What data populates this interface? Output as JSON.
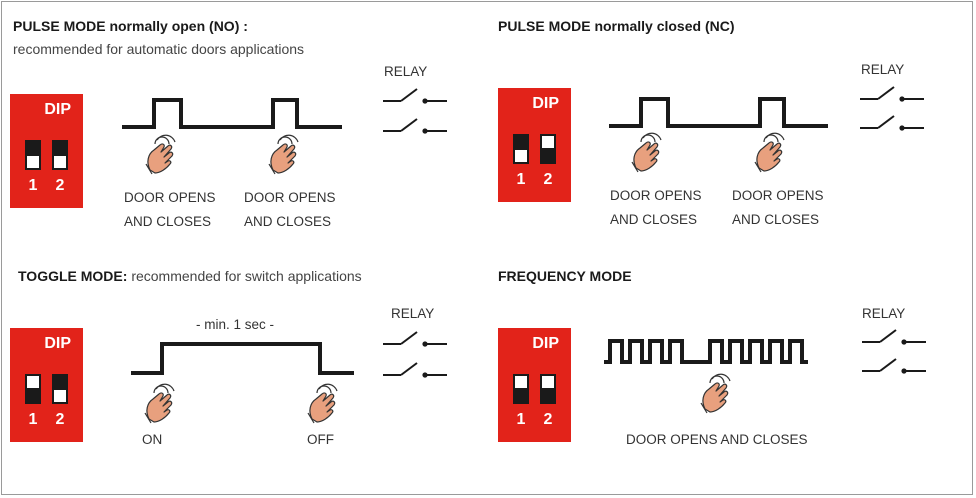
{
  "panels": {
    "pulse_no": {
      "title": "PULSE MODE normally open (NO) :",
      "subtitle": "recommended for automatic doors applications",
      "relay": "RELAY",
      "dip": {
        "label": "DIP",
        "sw1": "1",
        "sw2": "2",
        "sw1_position": "down",
        "sw2_position": "down"
      },
      "label1a": "DOOR OPENS",
      "label1b": "AND CLOSES",
      "label2a": "DOOR OPENS",
      "label2b": "AND CLOSES"
    },
    "pulse_nc": {
      "title": "PULSE MODE normally closed (NC)",
      "relay": "RELAY",
      "dip": {
        "label": "DIP",
        "sw1": "1",
        "sw2": "2",
        "sw1_position": "down",
        "sw2_position": "up"
      },
      "label1a": "DOOR OPENS",
      "label1b": "AND CLOSES",
      "label2a": "DOOR OPENS",
      "label2b": "AND CLOSES"
    },
    "toggle": {
      "title": "TOGGLE MODE:",
      "subtitle": "recommended for switch applications",
      "relay": "RELAY",
      "duration": "- min. 1 sec -",
      "dip": {
        "label": "DIP",
        "sw1": "1",
        "sw2": "2",
        "sw1_position": "up",
        "sw2_position": "down"
      },
      "on": "ON",
      "off": "OFF"
    },
    "frequency": {
      "title": "FREQUENCY MODE",
      "relay": "RELAY",
      "dip": {
        "label": "DIP",
        "sw1": "1",
        "sw2": "2",
        "sw1_position": "up",
        "sw2_position": "up"
      },
      "label": "DOOR OPENS AND CLOSES"
    }
  },
  "colors": {
    "dip_red": "#e2231a",
    "hand_fill": "#e8a07e",
    "line": "#1a1a1a",
    "border": "#9a9a9a"
  },
  "icons": [
    "hand-press-icon",
    "relay-switch-icon",
    "dip-switch-icon"
  ]
}
